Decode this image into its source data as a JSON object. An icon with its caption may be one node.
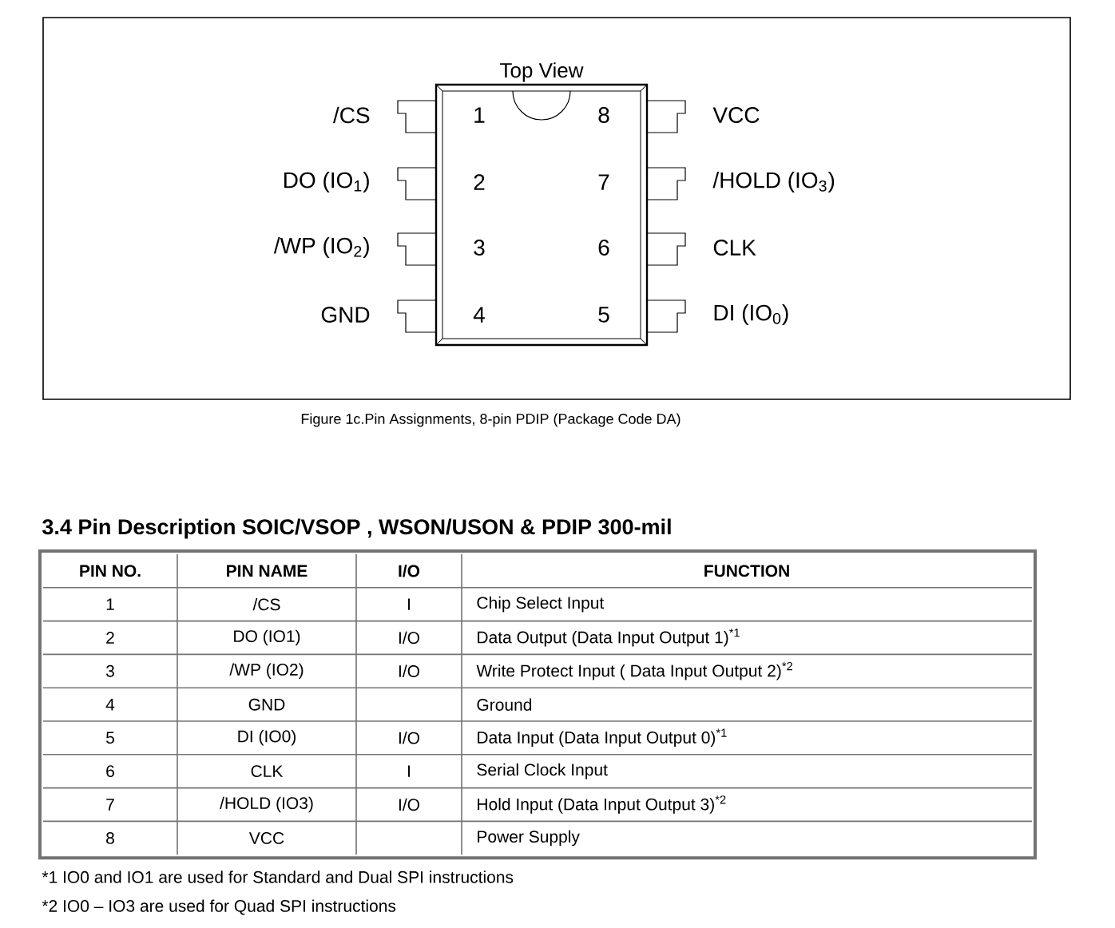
{
  "diagram": {
    "caption": "Figure 1c.Pin Assignments, 8-pin PDIP (Package Code DA)",
    "nodes": [
      {
        "text": [
          "Top View"
        ]
      }
    ],
    "edges": [],
    "labels": [
      "/CS",
      "1",
      "8",
      "VCC",
      "DO (IO$_{1}$)",
      "2",
      "7",
      "/HOLD (IO$_{3}$)",
      "/WP (IO$_{2}$)",
      "3",
      "6",
      "CLK",
      "GND",
      "4",
      "5",
      "DI (IO$_{0}$)",
      "3.4   Pin Description SOIC/VSOP , WSON/USON & PDIP 300-mil",
      "PIN NO.",
      "PIN NAME",
      "I/O",
      "FUNCTION",
      "1",
      "/CS",
      "I",
      "Chip Select Input",
      "2",
      "DO (IO1)",
      "I/O",
      "Data Output (Data Input Output 1)$^{*1}$",
      "3",
      "/WP (IO2)",
      "I/O",
      "Write Protect Input ( Data Input Output 2)$^{*2}$",
      "4",
      "GND",
      "Ground",
      "5",
      "DI (IO0)",
      "I/O",
      "Data Input (Data Input Output 0)$^{*1}$",
      "6",
      "CLK",
      "I",
      "Serial Clock Input",
      "7",
      "/HOLD (IO3)",
      "I/O",
      "Hold Input (Data Input Output 3)$^{*2}$",
      "8",
      "VCC",
      "Power Supply",
      "*1 IO0 and IO1 are used for Standard and Dual SPI instructions",
      "*2 IO0 – IO3 are used for Quad SPI instructions"
    ]
  }
}
